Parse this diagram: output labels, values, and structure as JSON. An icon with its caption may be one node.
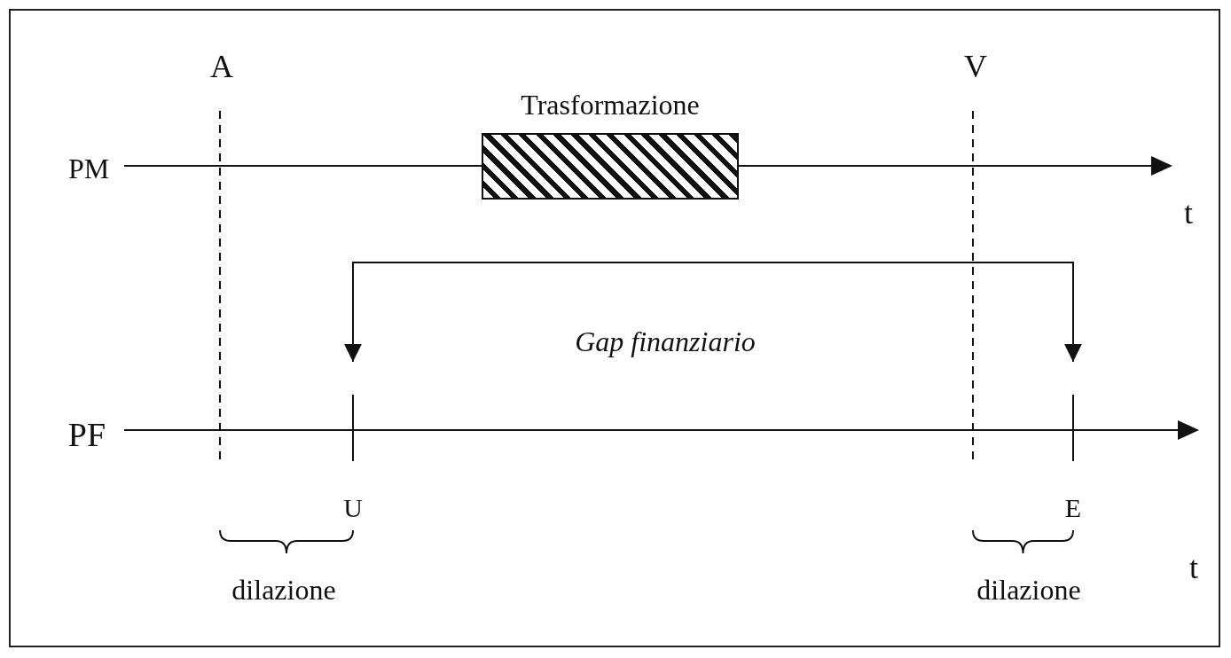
{
  "diagram": {
    "nodes": [
      {
        "text": [
          "Trasformazione"
        ]
      },
      {
        "text": [
          "U"
        ]
      },
      {
        "text": [
          "E"
        ]
      }
    ],
    "edges": [
      {
        "from": 1,
        "to": 2,
        "arrow": "both",
        "label": "Gap finanziario"
      }
    ],
    "labels": [
      "A",
      "V",
      "PM",
      "t",
      "PF",
      "dilazione",
      "t",
      "dilazione"
    ]
  }
}
